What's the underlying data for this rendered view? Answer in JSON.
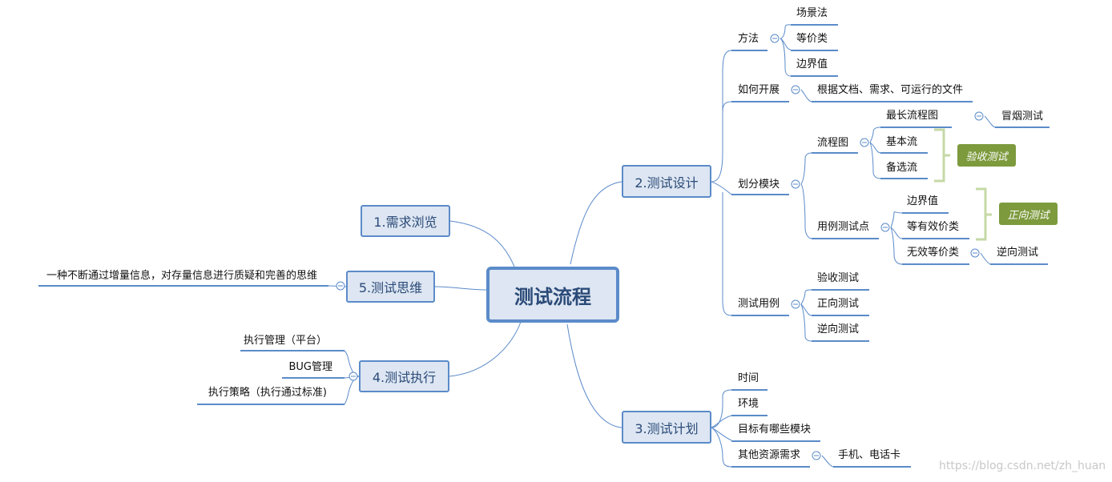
{
  "root": "测试流程",
  "branches": {
    "b1": "1.需求浏览",
    "b2": "2.测试设计",
    "b3": "3.测试计划",
    "b4": "4.测试执行",
    "b5": "5.测试思维"
  },
  "design": {
    "method": "方法",
    "method_items": [
      "场景法",
      "等价类",
      "边界值"
    ],
    "how": "如何开展",
    "how_item": "根据文档、需求、可运行的文件",
    "module": "划分模块",
    "flowchart": "流程图",
    "flow_items": [
      "最长流程图",
      "基本流",
      "备选流"
    ],
    "smoke": "冒烟测试",
    "acceptance_tag": "验收测试",
    "casepoint": "用例测试点",
    "case_items": [
      "边界值",
      "等有效价类",
      "无效等价类"
    ],
    "reverse": "逆向测试",
    "positive_tag": "正向测试",
    "testcase": "测试用例",
    "testcase_items": [
      "验收测试",
      "正向测试",
      "逆向测试"
    ]
  },
  "plan": {
    "items": [
      "时间",
      "环境",
      "目标有哪些模块",
      "其他资源需求"
    ],
    "resource": "手机、电话卡"
  },
  "execution": {
    "items": [
      "执行管理（平台）",
      "BUG管理",
      "执行策略（执行通过标准)"
    ]
  },
  "thinking": {
    "item": "一种不断通过增量信息，对存量信息进行质疑和完善的思维"
  },
  "watermark": "https://blog.csdn.net/zh_huan",
  "colors": {
    "line": "#5b8bc9",
    "box_fill": "#dde6f2",
    "tag_fill": "#7d9a3d",
    "bracket": "#c5d9a5"
  }
}
